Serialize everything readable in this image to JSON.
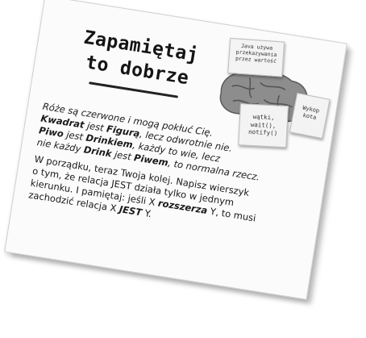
{
  "title": {
    "line1": "Zapamiętaj",
    "line2": "to dobrze"
  },
  "notes": {
    "note1": [
      "Java używa",
      "przekazywania",
      "przez wartość"
    ],
    "note2": [
      "wątki,",
      "wait(),",
      "notify()"
    ],
    "note3": [
      "Wykop",
      "kota"
    ]
  },
  "poem": {
    "line1": "Róże są czerwone i mogą pokłuć Cię.",
    "line2_a": "Kwadrat",
    "line2_b": " jest ",
    "line2_c": "Figurą",
    "line2_d": ", lecz odwrotnie nie.",
    "line3_a": "Piwo",
    "line3_b": " jest ",
    "line3_c": "Drinkiem",
    "line3_d": ", każdy to wie, lecz",
    "line4_a": "nie każdy ",
    "line4_b": "Drink",
    "line4_c": " jest ",
    "line4_d": "Piwem",
    "line4_e": ", to normalna rzecz."
  },
  "task": {
    "line1": "W porządku, teraz Twoja kolej. Napisz wierszyk",
    "line2": "o tym, że relacja JEST działa tylko w jednym",
    "line3_a": "kierunku. I pamiętaj: jeśli X ",
    "line3_b": "rozszerza",
    "line3_c": " Y, to musi",
    "line4_a": "zachodzić relacja X ",
    "line4_b": "JEST",
    "line4_c": " Y."
  }
}
